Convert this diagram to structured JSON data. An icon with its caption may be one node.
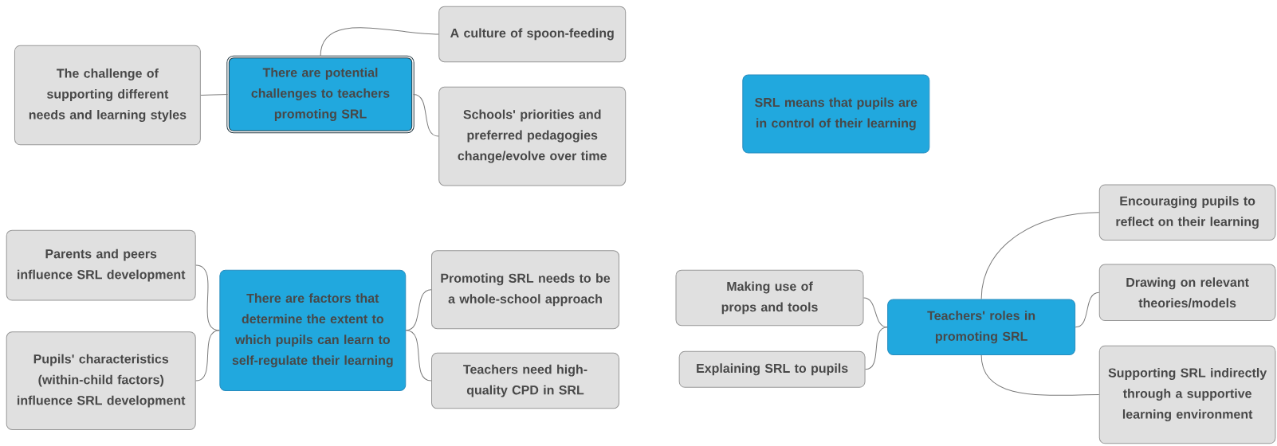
{
  "diagram": {
    "nodes": [
      {
        "text": [
          "There are potential challenges to teachers promoting SRL"
        ]
      },
      {
        "text": [
          "The challenge of supporting different needs and learning styles"
        ]
      },
      {
        "text": [
          "A culture of spoon-feeding"
        ]
      },
      {
        "text": [
          "Schools' priorities and preferred pedagogies change/evolve over time"
        ]
      },
      {
        "text": [
          "SRL means that pupils are in control of their learning"
        ]
      },
      {
        "text": [
          "There are factors that determine the extent to which pupils can learn to self-regulate their learning"
        ]
      },
      {
        "text": [
          "Parents and peers influence SRL development"
        ]
      },
      {
        "text": [
          "Pupils' characteristics (within-child factors) influence SRL development"
        ]
      },
      {
        "text": [
          "Promoting SRL needs to be a whole-school approach"
        ]
      },
      {
        "text": [
          "Teachers need high-quality CPD in SRL"
        ]
      },
      {
        "text": [
          "Teachers' roles in promoting SRL"
        ]
      },
      {
        "text": [
          "Making use of props and tools"
        ]
      },
      {
        "text": [
          "Explaining SRL to pupils"
        ]
      },
      {
        "text": [
          "Encouraging pupils to reflect on their learning"
        ]
      },
      {
        "text": [
          "Drawing on relevant theories/models"
        ]
      },
      {
        "text": [
          "Supporting SRL indirectly through a supportive learning environment"
        ]
      }
    ],
    "edges": [
      {
        "from": 0,
        "to": 1,
        "arrow": "none"
      },
      {
        "from": 0,
        "to": 2,
        "arrow": "none"
      },
      {
        "from": 0,
        "to": 3,
        "arrow": "none"
      },
      {
        "from": 5,
        "to": 6,
        "arrow": "none"
      },
      {
        "from": 5,
        "to": 7,
        "arrow": "none"
      },
      {
        "from": 5,
        "to": 8,
        "arrow": "none"
      },
      {
        "from": 5,
        "to": 9,
        "arrow": "none"
      },
      {
        "from": 10,
        "to": 11,
        "arrow": "none"
      },
      {
        "from": 10,
        "to": 12,
        "arrow": "none"
      },
      {
        "from": 10,
        "to": 13,
        "arrow": "none"
      },
      {
        "from": 10,
        "to": 14,
        "arrow": "none"
      },
      {
        "from": 10,
        "to": 15,
        "arrow": "none"
      }
    ]
  }
}
